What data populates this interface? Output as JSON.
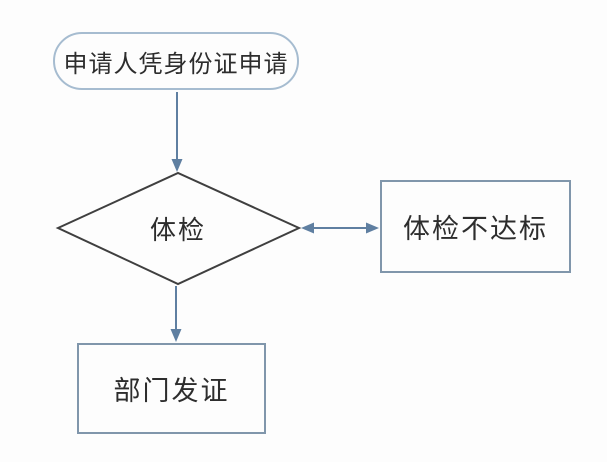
{
  "diagram": {
    "type": "flowchart",
    "nodes": [
      {
        "id": "start",
        "shape": "terminator",
        "label": "申请人凭身份证申请"
      },
      {
        "id": "decision",
        "shape": "decision",
        "label": "体检"
      },
      {
        "id": "fail",
        "shape": "process",
        "label": "体检不达标"
      },
      {
        "id": "issue",
        "shape": "process",
        "label": "部门发证"
      }
    ],
    "edges": [
      {
        "from": "start",
        "to": "decision",
        "style": "arrow",
        "direction": "down"
      },
      {
        "from": "decision",
        "to": "fail",
        "style": "double-arrow",
        "direction": "right"
      },
      {
        "from": "decision",
        "to": "issue",
        "style": "arrow",
        "direction": "down"
      }
    ]
  },
  "colors": {
    "background": "#fdfdfd",
    "terminator_border": "#a6bcd0",
    "decision_border": "#3f3f3f",
    "process_border": "#8096ab",
    "arrow": "#5f7fa1",
    "text": "#2d2d2d"
  }
}
